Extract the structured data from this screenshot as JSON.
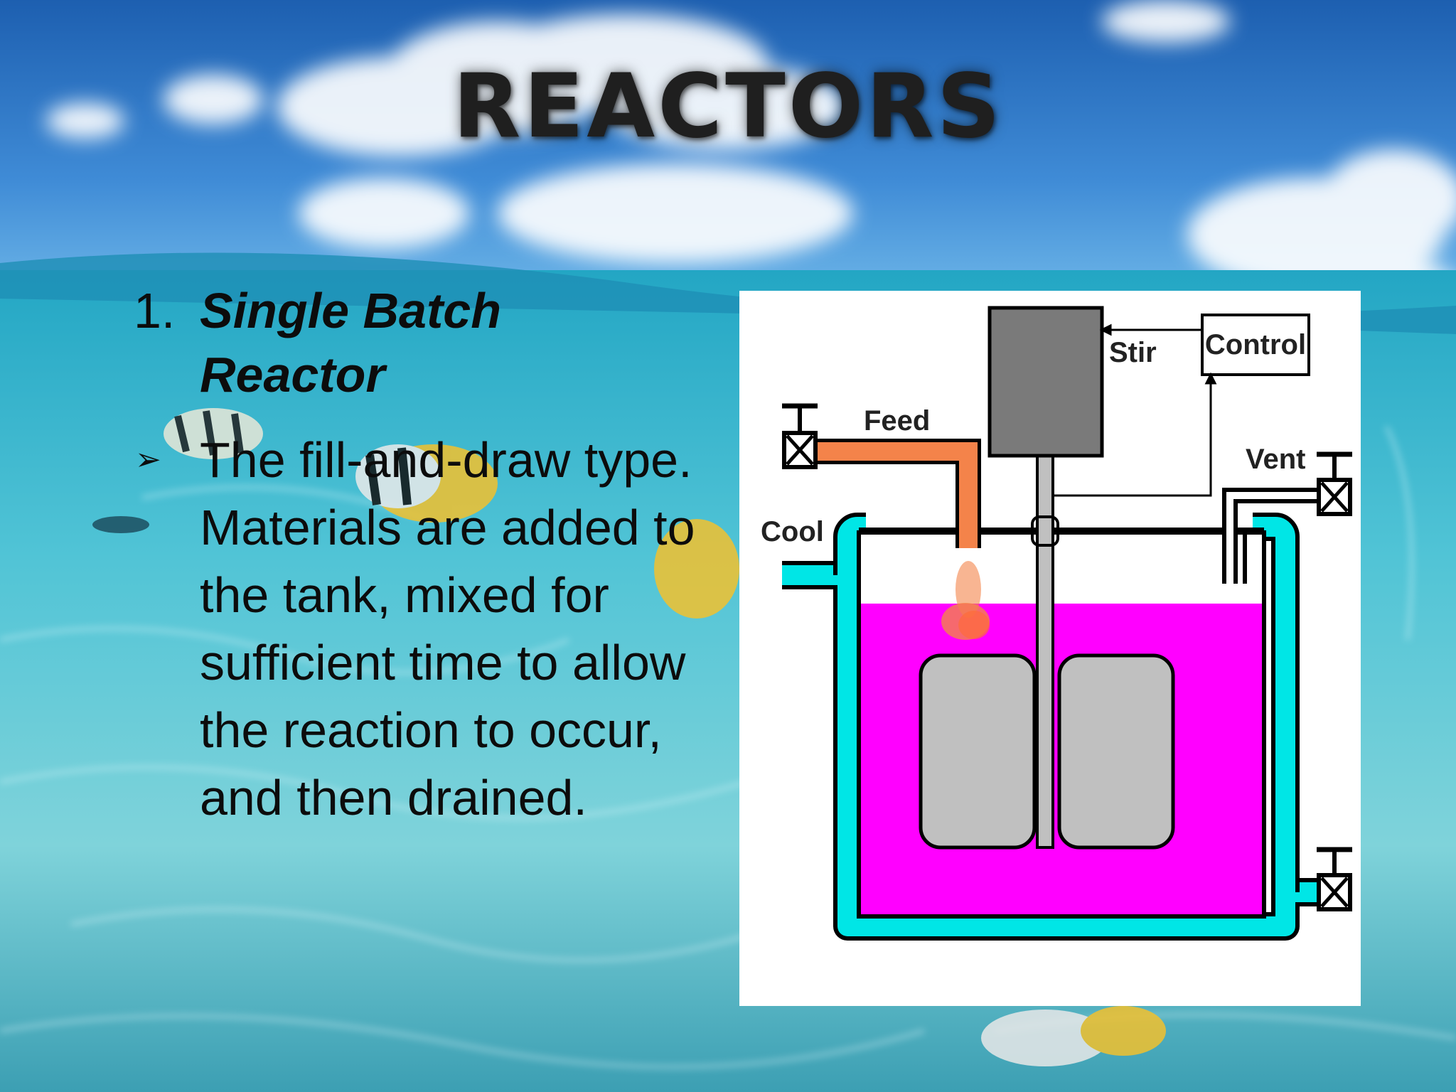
{
  "slide": {
    "title": "REACTORS",
    "item_number": "1.",
    "item_heading": "Single Batch Reactor",
    "bullet_marker": "➢",
    "bullet_text": "The fill-and-draw type. Materials are added to the tank, mixed for sufficient time to allow the reaction to occur, and then drained."
  },
  "diagram": {
    "labels": {
      "stir": "Stir",
      "control": "Control",
      "feed": "Feed",
      "vent": "Vent",
      "cool": "Cool"
    },
    "colors": {
      "liquid": "#ff00ff",
      "cooling_jacket": "#00e6e6",
      "feed_pipe": "#f4834a",
      "motor": "#7a7a7a",
      "impeller": "#c0c0c0",
      "background": "#ffffff"
    }
  }
}
